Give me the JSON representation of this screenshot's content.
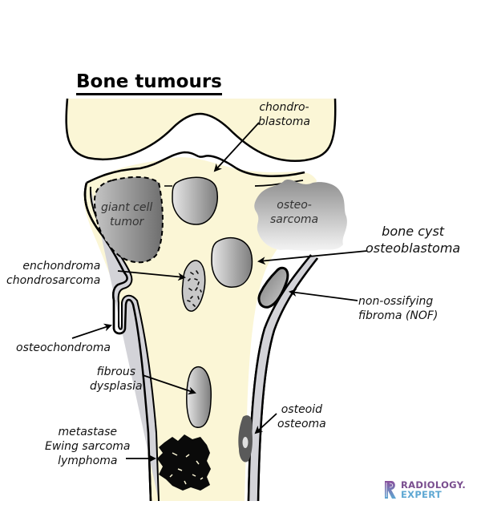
{
  "title": "Bone tumours",
  "labels": {
    "chondroblastoma": [
      "chondro-",
      "blastoma"
    ],
    "giant_cell_tumor": [
      "giant cell",
      "tumor"
    ],
    "osteosarcoma": [
      "osteo-",
      "sarcoma"
    ],
    "bone_cyst": [
      "bone cyst",
      "osteoblastoma"
    ],
    "enchondroma": [
      "enchondroma",
      "chondrosarcoma"
    ],
    "nof": [
      "non-ossifying",
      "fibroma (NOF)"
    ],
    "osteochondroma": "osteochondroma",
    "fibrous_dysplasia": [
      "fibrous",
      "dysplasia"
    ],
    "osteoid_osteoma": [
      "osteoid",
      "osteoma"
    ],
    "metastase": [
      "metastase",
      "Ewing sarcoma",
      "lymphoma"
    ]
  },
  "logo": {
    "line1": "RADIOLOGY.",
    "line2": "EXPERT",
    "colors": {
      "purple": "#7a4e8f",
      "blue": "#5fa8d3"
    }
  },
  "colors": {
    "bone_fill": "#fbf6d6",
    "cortex": "#d3d3d8",
    "outline": "#000000",
    "lesion_gray": "#8a8a8a"
  }
}
